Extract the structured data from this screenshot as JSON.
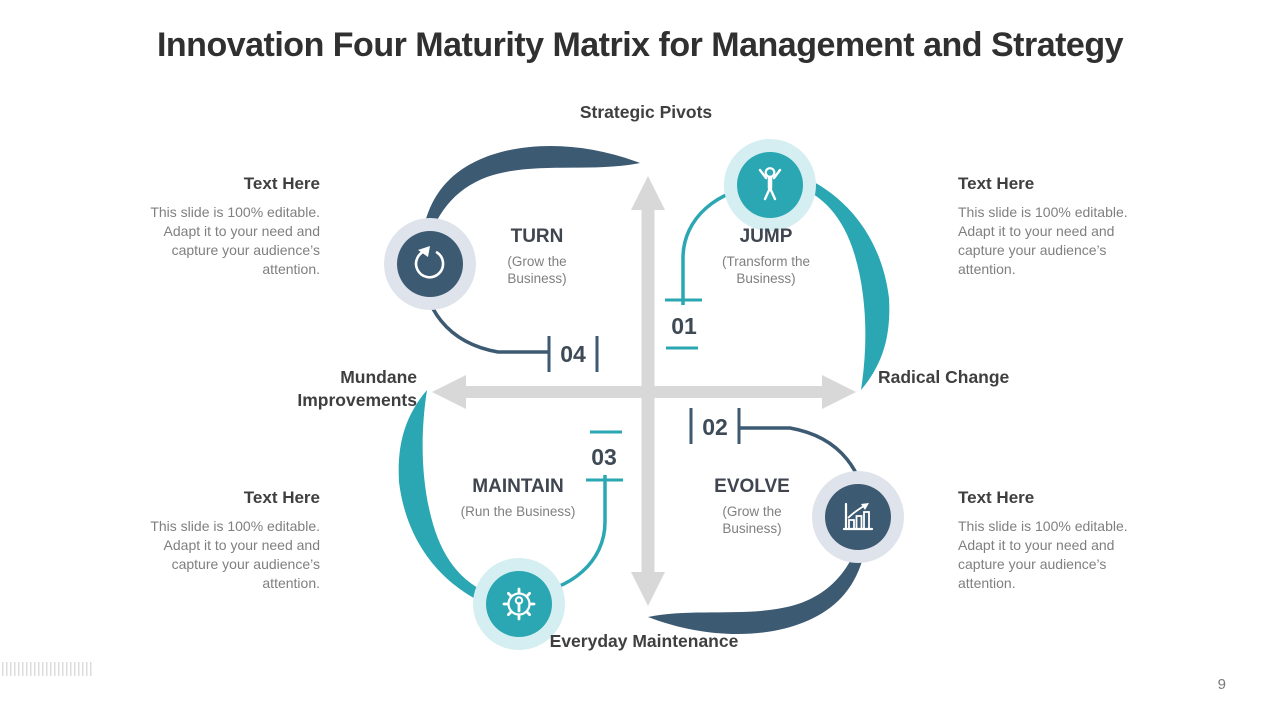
{
  "slide": {
    "title": "Innovation Four Maturity Matrix for Management and Strategy",
    "page_number": "9"
  },
  "axes": {
    "top": "Strategic Pivots",
    "bottom": "Everyday Maintenance",
    "left": "Mundane Improvements",
    "right": "Radical Change"
  },
  "quadrants": {
    "turn": {
      "name": "TURN",
      "subtitle": "(Grow the Business)",
      "number": "04",
      "icon": "rotate-arrow-icon",
      "color": "#3d5a73"
    },
    "jump": {
      "name": "JUMP",
      "subtitle": "(Transform the Business)",
      "number": "01",
      "icon": "jumping-person-icon",
      "color": "#2aa7b2"
    },
    "maintain": {
      "name": "MAINTAIN",
      "subtitle": "(Run the Business)",
      "number": "03",
      "icon": "gear-wrench-icon",
      "color": "#2aa7b2"
    },
    "evolve": {
      "name": "EVOLVE",
      "subtitle": "(Grow the Business)",
      "number": "02",
      "icon": "bar-chart-growth-icon",
      "color": "#3d5a73"
    }
  },
  "text_blocks": {
    "heading": "Text Here",
    "body": "This slide is 100% editable. Adapt it to your need and capture your audience’s attention."
  },
  "colors": {
    "navy": "#3d5a73",
    "teal": "#2aa7b2",
    "halo_gray": "#dfe4ec",
    "halo_teal": "#d5eef1",
    "axis_arrow_gray": "#d8d8d8",
    "heading_text": "#3f3f3f",
    "body_text": "#7f7f7f",
    "number_text": "#3e4a55"
  }
}
